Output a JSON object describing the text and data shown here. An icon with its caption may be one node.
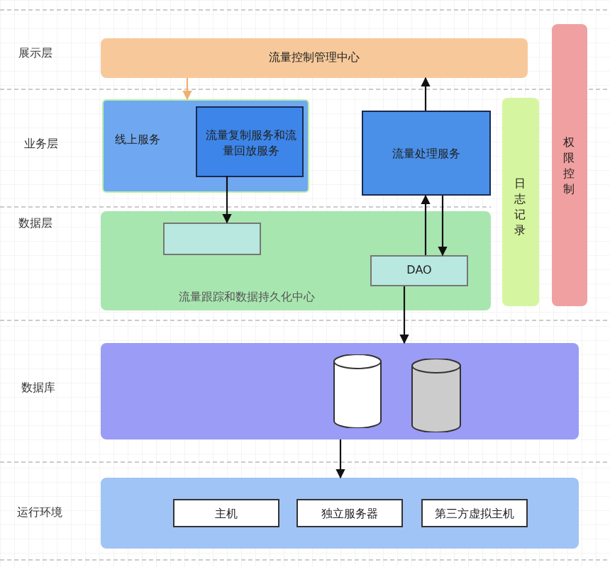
{
  "diagram": {
    "nodes": [
      {
        "text": [
          "流量控制管理中心"
        ]
      },
      {
        "text": [
          "线上服务"
        ]
      },
      {
        "text": [
          "流量复制服务和流量回放服务"
        ],
        "in": 1
      },
      {
        "text": [
          "流量处理服务"
        ]
      },
      {
        "text": [
          "日志记录"
        ]
      },
      {
        "text": [
          "权限控制"
        ]
      },
      {
        "text": [
          "流量跟踪和数据持久化中心"
        ]
      },
      {
        "text": [],
        "shape": "box",
        "in": 6
      },
      {
        "text": [
          "DAO"
        ],
        "in": 6
      },
      {
        "text": [],
        "shape": "box"
      },
      {
        "text": [],
        "shape": "cylinder",
        "in": 9
      },
      {
        "text": [],
        "shape": "cylinder",
        "in": 9
      },
      {
        "text": [],
        "shape": "box"
      },
      {
        "text": [
          "主机"
        ],
        "in": 12
      },
      {
        "text": [
          "独立服务器"
        ],
        "in": 12
      },
      {
        "text": [
          "第三方虚拟主机"
        ],
        "in": 12
      }
    ],
    "edges": [
      {
        "from": 0,
        "to": 1,
        "arrow": "to",
        "color": "#f0b070"
      },
      {
        "from": 3,
        "to": 0,
        "arrow": "to"
      },
      {
        "from": 2,
        "to": 7,
        "arrow": "to"
      },
      {
        "from": 8,
        "to": 3,
        "arrow": "to"
      },
      {
        "from": 3,
        "to": 8,
        "arrow": "to"
      },
      {
        "from": 8,
        "to": 9,
        "arrow": "to"
      },
      {
        "from": 9,
        "to": 12,
        "arrow": "to"
      }
    ],
    "labels": [
      "展示层",
      "业务层",
      "数据层",
      "数据库",
      "运行环境"
    ]
  }
}
